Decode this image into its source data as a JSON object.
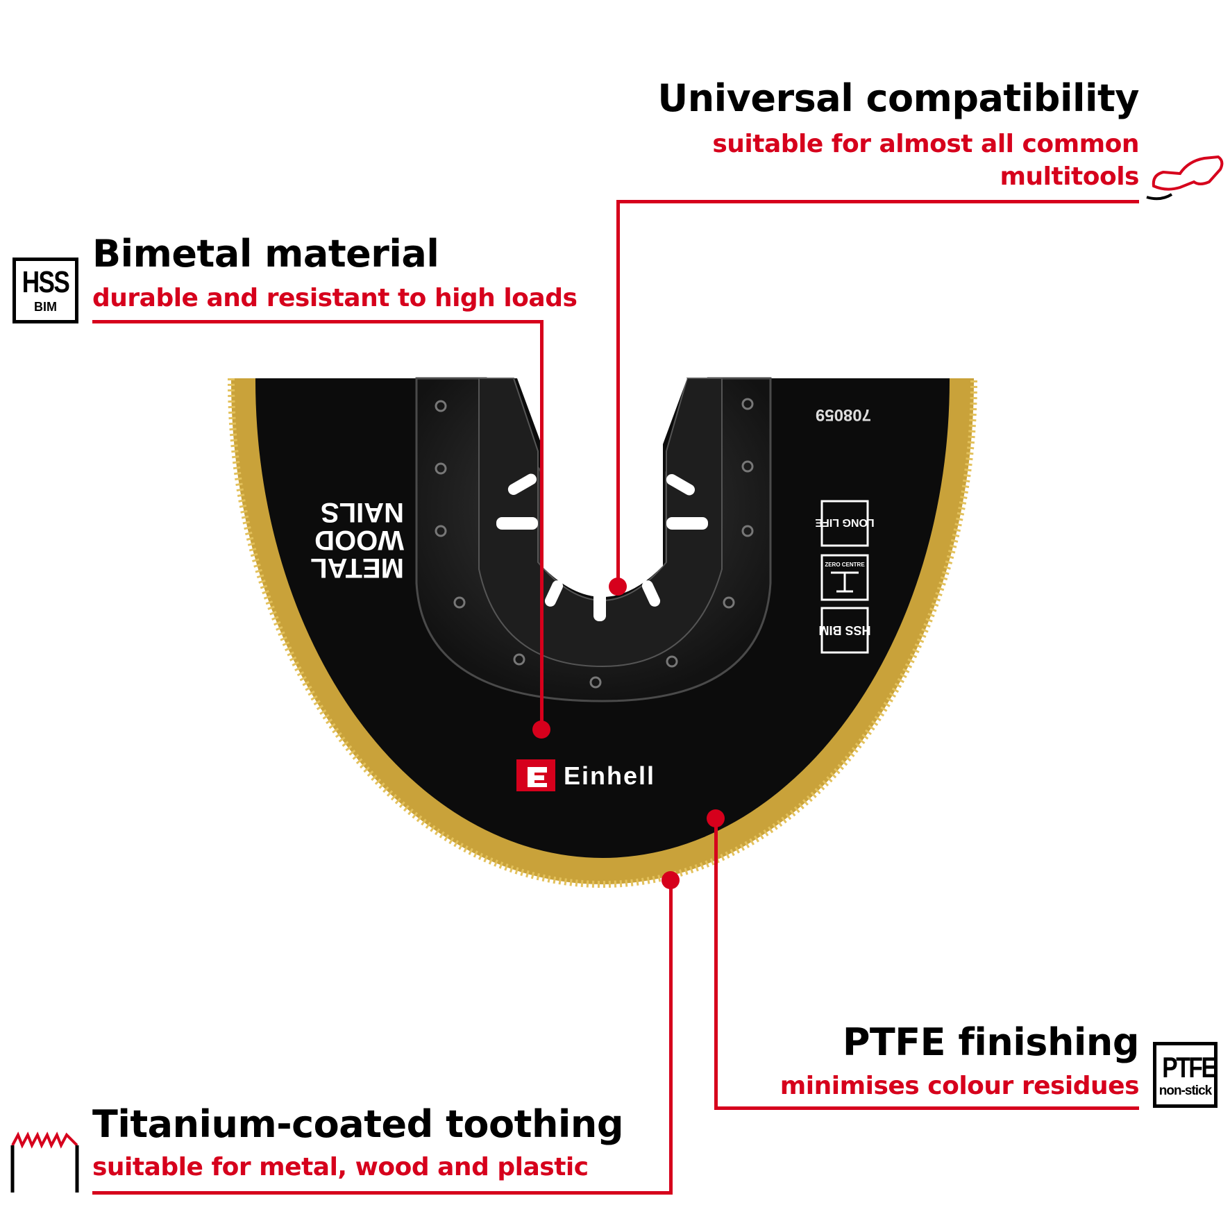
{
  "features": [
    {
      "title": "Universal compatibility",
      "subtitle_lines": [
        "suitable for almost all common",
        "multitools"
      ],
      "icon": "multitool-icon"
    },
    {
      "title": "Bimetal material",
      "subtitle": "durable and resistant to high loads",
      "icon": "hss-bim-badge",
      "badge": {
        "main": "HSS",
        "sub": "BIM"
      }
    },
    {
      "title": "PTFE finishing",
      "subtitle": "minimises colour residues",
      "icon": "ptfe-badge",
      "badge": {
        "main": "PTFE",
        "sub": "non-stick"
      }
    },
    {
      "title": "Titanium-coated toothing",
      "subtitle": "suitable for metal, wood and plastic",
      "icon": "saw-teeth-icon"
    }
  ],
  "blade": {
    "brand": "Einhell",
    "article_number": "708059",
    "material_text": [
      "METAL",
      "WOOD",
      "NAILS"
    ],
    "stamp_icons": [
      "LONG LIFE",
      "ZERO CENTRE",
      "HSS BIM"
    ]
  },
  "colors": {
    "accent": "#d6001c",
    "text": "#000000",
    "teeth": "#c9a23a",
    "blade": "#0c0c0c"
  }
}
